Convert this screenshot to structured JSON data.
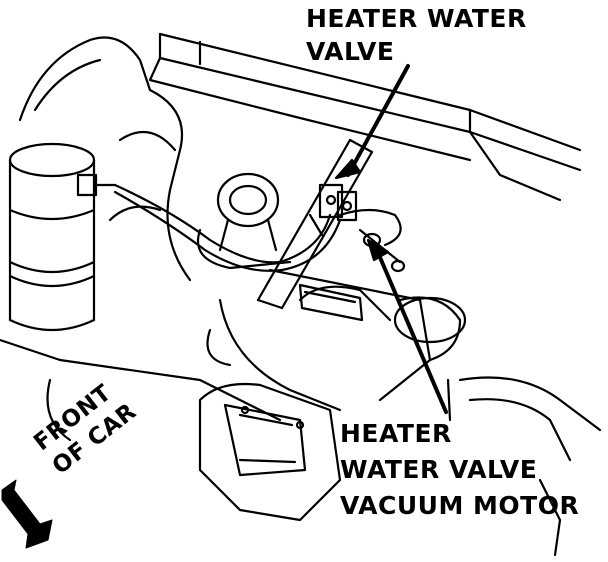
{
  "labels": {
    "heater_water_valve": [
      "HEATER WATER",
      "VALVE"
    ],
    "vacuum_motor": [
      "HEATER",
      "WATER VALVE",
      "VACUUM MOTOR"
    ],
    "front_of_car": [
      "FRONT",
      "OF CAR"
    ]
  },
  "colors": {
    "line": "#000000",
    "background": "#ffffff"
  }
}
